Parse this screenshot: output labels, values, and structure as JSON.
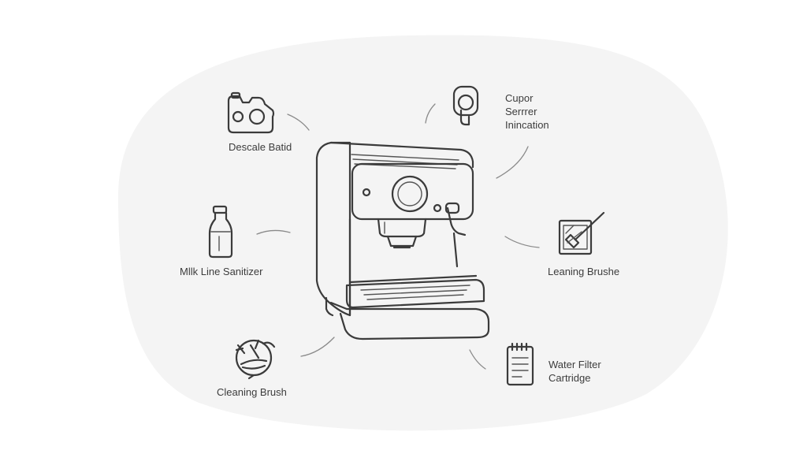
{
  "colors": {
    "background": "#ffffff",
    "blob": "#f3f3f3",
    "stroke": "#3b3b3b",
    "text": "#3c3c3c"
  },
  "items": [
    {
      "id": "descale",
      "icon": "descale-solution-icon",
      "lines": [
        "Descale Batid"
      ]
    },
    {
      "id": "cup",
      "icon": "cup-indicator-icon",
      "lines": [
        "Cupor",
        "Serrrer",
        "Inincation"
      ]
    },
    {
      "id": "milk",
      "icon": "milk-bottle-icon",
      "lines": [
        "Mllk Line Sanitizer"
      ]
    },
    {
      "id": "brushes",
      "icon": "cleaning-brush-card-icon",
      "lines": [
        "Leaning Brushe"
      ]
    },
    {
      "id": "brush",
      "icon": "cleaning-brush-bowl-icon",
      "lines": [
        "Cleaning Brush"
      ]
    },
    {
      "id": "filter",
      "icon": "water-filter-notepad-icon",
      "lines": [
        "Water Filter",
        "Cartridge"
      ]
    }
  ]
}
